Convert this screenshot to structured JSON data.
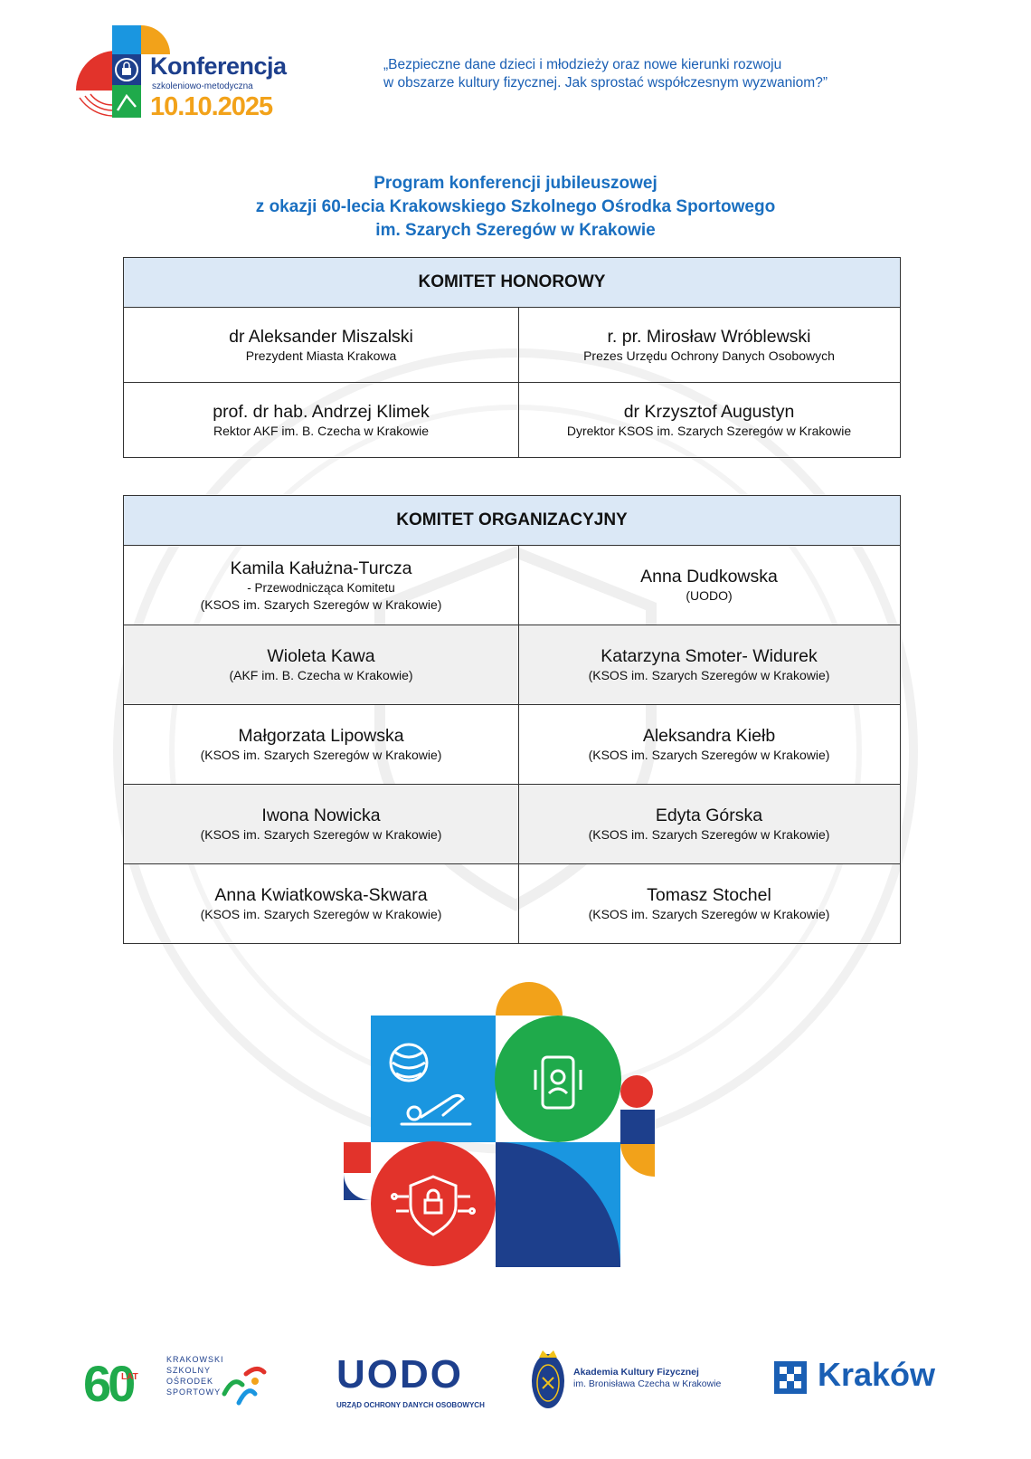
{
  "header": {
    "logo_title": "Konferencja",
    "logo_subtitle": "szkoleniowo-metodyczna",
    "logo_date": "10.10.2025",
    "quote_line1": "„Bezpieczne dane dzieci i młodzieży oraz nowe kierunki rozwoju",
    "quote_line2": "w obszarze kultury fizycznej. Jak sprostać współczesnym wyzwaniom?”"
  },
  "program": {
    "title_line1": "Program konferencji jubileuszowej",
    "title_line2": "z okazji 60-lecia Krakowskiego Szkolnego Ośrodka Sportowego",
    "title_line3": "im. Szarych Szeregów w Krakowie"
  },
  "honorary": {
    "heading": "KOMITET HONOROWY",
    "rows": [
      [
        {
          "name": "dr Aleksander Miszalski",
          "role": "Prezydent Miasta Krakowa"
        },
        {
          "name": "r. pr. Mirosław Wróblewski",
          "role": "Prezes Urzędu Ochrony Danych Osobowych"
        }
      ],
      [
        {
          "name": "prof. dr hab. Andrzej Klimek",
          "role": "Rektor AKF im. B. Czecha w Krakowie"
        },
        {
          "name": "dr Krzysztof Augustyn",
          "role": "Dyrektor KSOS im. Szarych Szeregów w Krakowie"
        }
      ]
    ]
  },
  "organizing": {
    "heading": "KOMITET ORGANIZACYJNY",
    "chair": {
      "name": "Kamila Kałużna-Turcza",
      "role": "- Przewodnicząca Komitetu",
      "affiliation": "(KSOS im. Szarych Szeregów w Krakowie)"
    },
    "rows": [
      [
        null,
        {
          "name": "Anna Dudkowska",
          "affiliation": "(UODO)"
        }
      ],
      [
        {
          "name": "Wioleta Kawa",
          "affiliation": "(AKF im. B. Czecha w Krakowie)"
        },
        {
          "name": "Katarzyna Smoter- Widurek",
          "affiliation": "(KSOS im. Szarych Szeregów w Krakowie)"
        }
      ],
      [
        {
          "name": "Małgorzata Lipowska",
          "affiliation": "(KSOS im. Szarych Szeregów w Krakowie)"
        },
        {
          "name": "Aleksandra Kiełb",
          "affiliation": "(KSOS im. Szarych Szeregów w Krakowie)"
        }
      ],
      [
        {
          "name": "Iwona Nowicka",
          "affiliation": "(KSOS im. Szarych Szeregów w Krakowie)"
        },
        {
          "name": "Edyta Górska",
          "affiliation": "(KSOS im. Szarych Szeregów w Krakowie)"
        }
      ],
      [
        {
          "name": "Anna Kwiatkowska-Skwara",
          "affiliation": "(KSOS im. Szarych Szeregów w Krakowie)"
        },
        {
          "name": "Tomasz Stochel",
          "affiliation": "(KSOS im. Szarych Szeregów w Krakowie)"
        }
      ]
    ]
  },
  "footer": {
    "ksos_number": "60",
    "ksos_lat": "LAT",
    "ksos_line1": "KRAKOWSKI",
    "ksos_line2": "SZKOLNY",
    "ksos_line3": "OŚRODEK",
    "ksos_line4": "SPORTOWY",
    "uodo_mark": "UODO",
    "uodo_caption": "URZĄD OCHRONY DANYCH OSOBOWYCH",
    "akf_line1": "Akademia Kultury Fizycznej",
    "akf_line2": "im. Bronisława Czecha w Krakowie",
    "krakow": "Kraków"
  },
  "colors": {
    "blue_dark": "#1d3f8c",
    "blue_light": "#1a96e0",
    "red": "#e2332b",
    "green": "#1faa4b",
    "orange": "#f2a21a",
    "title_blue": "#1a6fc0",
    "table_head": "#dbe8f6"
  },
  "icons": [
    "lock-shield-icon",
    "smartphone-user-icon",
    "ball-icon",
    "stretching-person-icon"
  ]
}
